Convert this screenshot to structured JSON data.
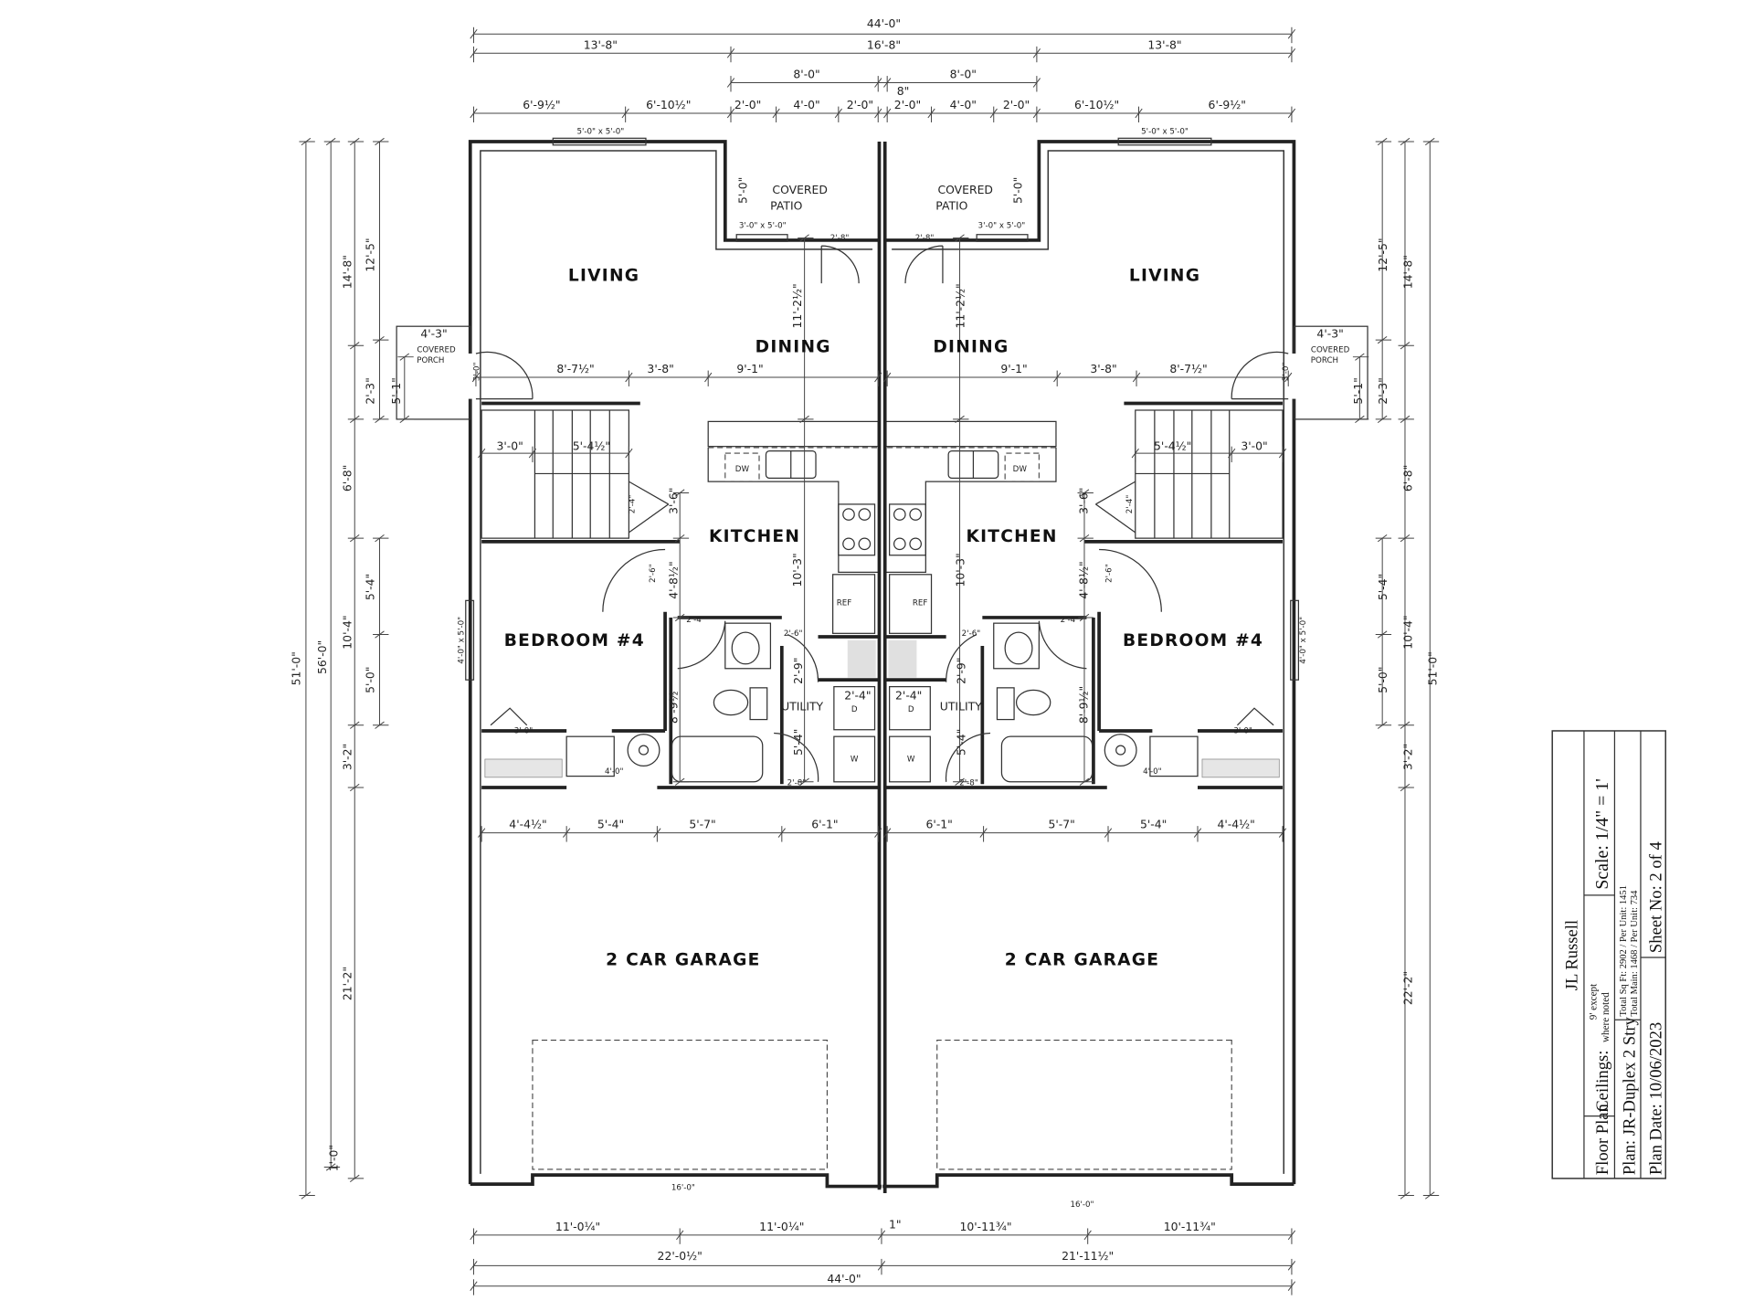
{
  "rooms": {
    "living": "LIVING",
    "dining": "DINING",
    "kitchen": "KITCHEN",
    "bedroom": "BEDROOM #4",
    "utility": "UTILITY",
    "garage": "2 CAR GARAGE",
    "patio": [
      "COVERED",
      "PATIO"
    ],
    "porch": [
      "COVERED",
      "PORCH"
    ]
  },
  "fixtures": {
    "dishwasher": "DW",
    "refrigerator": "REF",
    "dryer": "D",
    "washer": "W"
  },
  "windows": {
    "living": "5'-0\" x 5'-0\"",
    "patio": "3'-0\" x 5'-0\"",
    "bedroom": "4'-0\" x 5'-0\""
  },
  "dims": {
    "top": {
      "overall": "44'-0\"",
      "row2": [
        "13'-8\"",
        "16'-8\"",
        "13'-8\""
      ],
      "row3": [
        "8'-0\"",
        "8'-0\"",
        "8\""
      ],
      "row4": [
        "6'-9½\"",
        "6'-10½\"",
        "2'-0\"",
        "4'-0\"",
        "2'-0\"",
        "2'-0\"",
        "4'-0\"",
        "2'-0\"",
        "6'-10½\"",
        "6'-9½\""
      ]
    },
    "bottom": {
      "garage_door": "16'-0\"",
      "row1": [
        "11'-0¼\"",
        "11'-0¼\"",
        "1\"",
        "10'-11¾\"",
        "10'-11¾\""
      ],
      "row2": [
        "22'-0½\"",
        "21'-11½\""
      ],
      "overall": "44'-0\""
    },
    "left": {
      "overall": "51'-0\"",
      "overall2": "56'-0\"",
      "a": "14'-8\"",
      "b": "12'-5\"",
      "c": "2'-3\"",
      "d": "5'-1\"",
      "e": "6'-8\"",
      "f": "10'-4\"",
      "g": "5'-4\"",
      "h": "5'-0\"",
      "i": "3'-2\"",
      "j": "21'-2\"",
      "k": "1'-0\""
    },
    "right": {
      "overall": "51'-0\"",
      "a": "14'-8\"",
      "b": "12'-5\"",
      "c": "2'-3\"",
      "d": "5'-1\"",
      "e": "6'-8\"",
      "f": "10'-4\"",
      "g": "5'-4\"",
      "h": "5'-0\"",
      "i": "3'-2\"",
      "j": "22'-2\""
    },
    "interior": {
      "porch_w": "4'-3\"",
      "porch_door": "3'-0\"",
      "patio_depth": "5'-0\"",
      "patio_door": "2'-8\"",
      "dining_h": "11'-2½\"",
      "kitchen_h": "10'-3\"",
      "living_a": "8'-7½\"",
      "living_b": "3'-8\"",
      "living_c": "9'-1\"",
      "stair_a": "3'-0\"",
      "stair_b": "5'-4½\"",
      "hall_a": "3'-6\"",
      "hall_b": "4'-8½\"",
      "hall_c": "8'-9½\"",
      "closet_door": "2'-4\"",
      "bed_door": "2'-6\"",
      "bath_door": "2'-4\"",
      "util_door": "2'-6\"",
      "util_a": "2'-9\"",
      "util_b": "5'-4\"",
      "util_w": "2'-4\"",
      "garage_door": "2'-8\"",
      "bed_closet": "3'-0\"",
      "laundry": "4'-0\"",
      "garage_row": [
        "4'-4½\"",
        "5'-4\"",
        "5'-7\"",
        "6'-1\""
      ]
    }
  },
  "title_block": {
    "designer": "JL Russell",
    "sheet_type": "Floor Plan",
    "ceilings_label": "Ceilings:",
    "ceilings_value_1": "9' except",
    "ceilings_value_2": "where noted",
    "scale": "Scale: 1/4\" = 1'",
    "plan": "Plan: JR-Duplex 2 Stry",
    "total_sqft": "Total Sq Ft: 2902 / Per Unit: 1451",
    "total_main": "Total Main: 1468 / Per Unit: 734",
    "plan_date": "Plan Date: 10/06/2023",
    "sheet_no": "Sheet No: 2 of 4"
  }
}
